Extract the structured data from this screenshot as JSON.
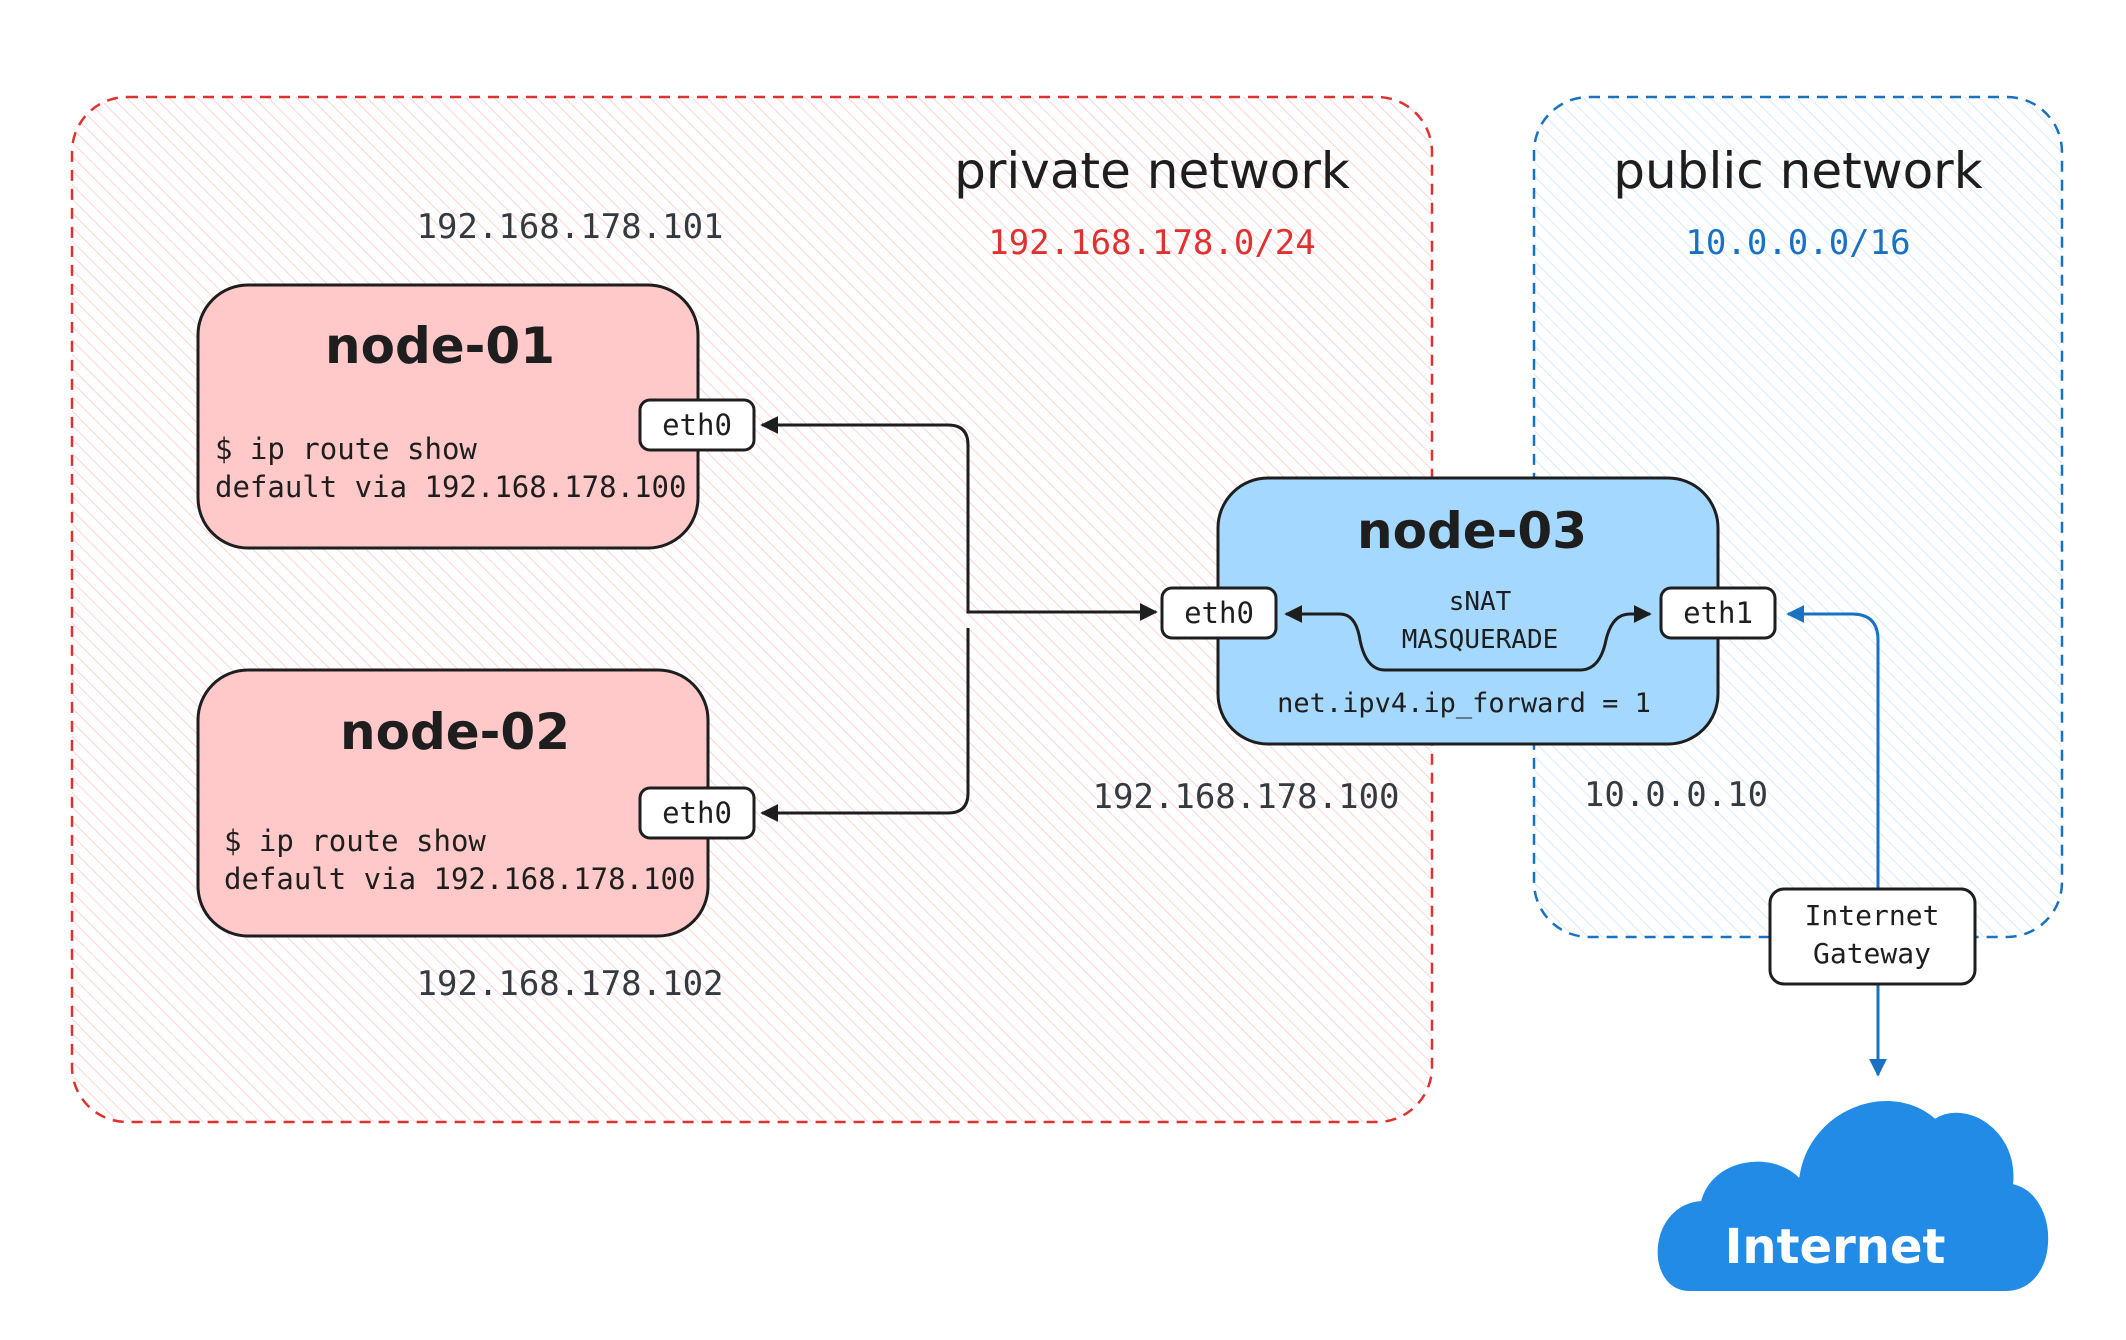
{
  "private_network": {
    "title": "private network",
    "cidr": "192.168.178.0/24",
    "color": "#e03131",
    "fill": "#ffc9c9"
  },
  "public_network": {
    "title": "public network",
    "cidr": "10.0.0.0/16",
    "color": "#1971c2",
    "fill": "#a5d8ff"
  },
  "node01": {
    "title": "node-01",
    "cmd": "$ ip route show",
    "route": "default via 192.168.178.100",
    "iface": "eth0",
    "ip": "192.168.178.101"
  },
  "node02": {
    "title": "node-02",
    "cmd": "$ ip route show",
    "route": "default via 192.168.178.100",
    "iface": "eth0",
    "ip": "192.168.178.102"
  },
  "node03": {
    "title": "node-03",
    "iface_private": "eth0",
    "iface_public": "eth1",
    "nat_line1": "sNAT",
    "nat_line2": "MASQUERADE",
    "sysctl": "net.ipv4.ip_forward = 1",
    "ip_private": "192.168.178.100",
    "ip_public": "10.0.0.10"
  },
  "gateway": {
    "line1": "Internet",
    "line2": "Gateway"
  },
  "internet": {
    "label": "Internet",
    "color": "#228be6"
  }
}
